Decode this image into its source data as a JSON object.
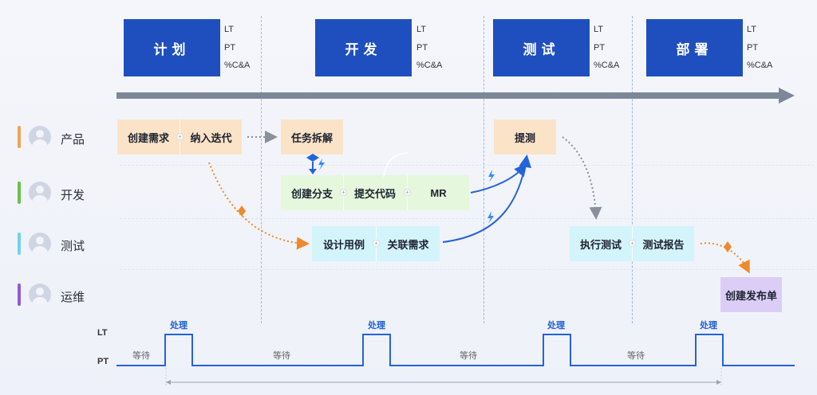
{
  "stages": [
    {
      "name": "计划",
      "metrics": [
        "LT",
        "PT",
        "%C&A"
      ]
    },
    {
      "name": "开发",
      "metrics": [
        "LT",
        "PT",
        "%C&A"
      ]
    },
    {
      "name": "测试",
      "metrics": [
        "LT",
        "PT",
        "%C&A"
      ]
    },
    {
      "name": "部署",
      "metrics": [
        "LT",
        "PT",
        "%C&A"
      ]
    }
  ],
  "lanes": [
    {
      "label": "产品",
      "color": "#f0a35b"
    },
    {
      "label": "开发",
      "color": "#6cc04a"
    },
    {
      "label": "测试",
      "color": "#6fd3ee"
    },
    {
      "label": "运维",
      "color": "#8a5be0"
    }
  ],
  "cards": {
    "create_req": "创建需求",
    "iteration": "纳入迭代",
    "task_split": "任务拆解",
    "submit_test": "提测",
    "branch": "创建分支",
    "commit": "提交代码",
    "mr": "MR",
    "design_cases": "设计用例",
    "link_req": "关联需求",
    "exec_test": "执行测试",
    "test_report": "测试报告",
    "release": "创建发布单"
  },
  "timeline": {
    "lt_label": "LT",
    "pt_label": "PT",
    "wait_label": "等待",
    "process_label": "处理"
  },
  "colors": {
    "stage_blue": "#1f4fbf",
    "wave_blue": "#2563d9",
    "orange_arrow": "#ef8a2c",
    "grey_arrow": "#8a8f9c"
  }
}
